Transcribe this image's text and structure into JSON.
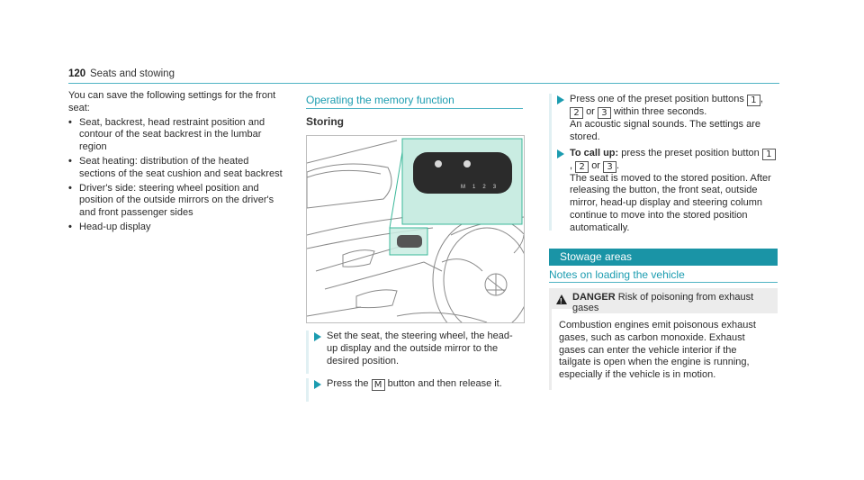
{
  "header": {
    "page_number": "120",
    "section": "Seats and stowing"
  },
  "intro": {
    "text": "You can save the following settings for the front seat:",
    "bullets": [
      "Seat, backrest, head restraint position and contour of the seat backrest in the lumbar region",
      "Seat heating: distribution of the heated sections of the seat cushion and seat backrest",
      "Driver's side: steering wheel position and position of the outside mirrors on the driver's and front passenger sides",
      "Head-up display"
    ]
  },
  "memory": {
    "heading": "Operating the memory function",
    "subheading": "Storing",
    "figure_buttons": [
      "M",
      "1",
      "2",
      "3"
    ],
    "step1": "Set the seat, the steering wheel, the head-up display and the outside mirror to the desired position.",
    "step2_pre": "Press the",
    "step2_key": "M",
    "step2_post": "button and then release it.",
    "step3_a": "Press one of the preset position buttons",
    "step3_b": "or",
    "step3_c": "within three seconds.",
    "step3_note": "An acoustic signal sounds. The settings are stored.",
    "step4_label": "To call up:",
    "step4_a": "press the preset position button",
    "step4_sep1": ",",
    "step4_sep2": "or",
    "step4_end": ".",
    "step4_note": "The seat is moved to the stored position. After releasing the button, the front seat, outside mirror, head-up display and steering column continue to move into the stored position automatically.",
    "keys": [
      "1",
      "2",
      "3"
    ]
  },
  "stowage": {
    "banner": "Stowage areas",
    "subheading": "Notes on loading the vehicle",
    "danger_label": "DANGER",
    "danger_title_1": "Risk of poisoning from exhaust",
    "danger_title_2": "gases",
    "danger_text": "Combustion engines emit poisonous exhaust gases, such as carbon monoxide. Exhaust gases can enter the vehicle interior if the tailgate is open when the engine is running, especially if the vehicle is in motion."
  },
  "colors": {
    "accent": "#1b9cb0",
    "banner": "#1a94a6",
    "highlight": "#c9ece2",
    "highlight_border": "#3bb89a"
  }
}
